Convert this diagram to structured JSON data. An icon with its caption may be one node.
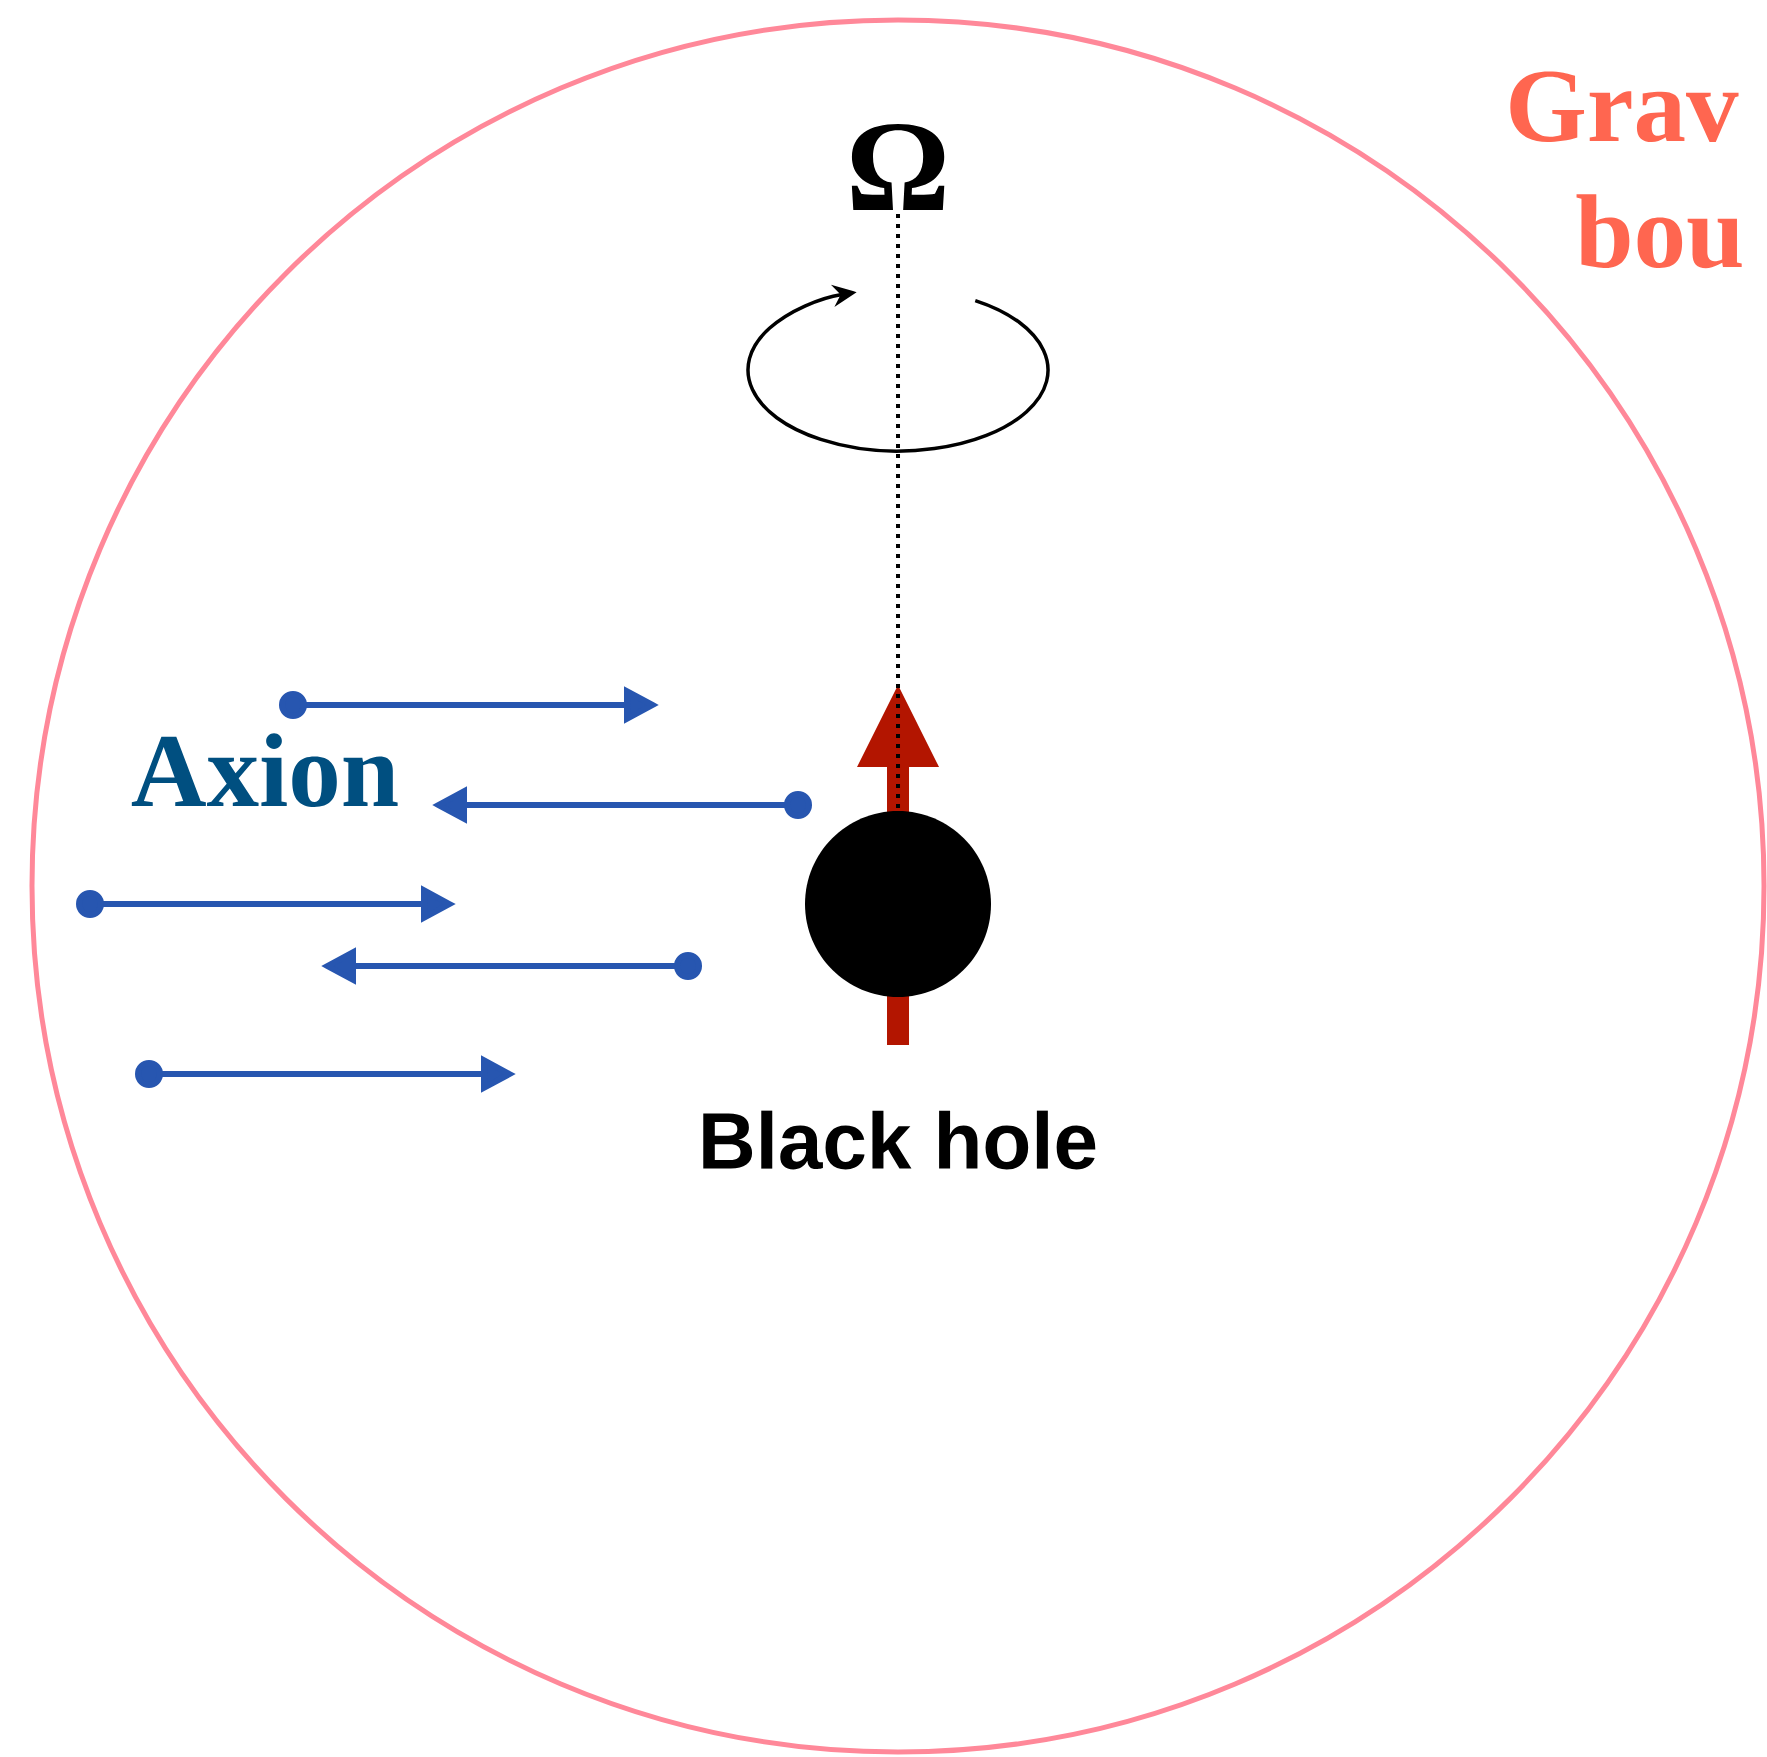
{
  "diagram": {
    "nodes": [
      {
        "text": [],
        "shape": "circle"
      },
      {
        "text": [],
        "shape": "circle",
        "in": 0,
        "beside": [
          "Black hole"
        ]
      }
    ],
    "labels": [
      "Grav",
      "bou",
      "Ω",
      "Axion"
    ]
  }
}
